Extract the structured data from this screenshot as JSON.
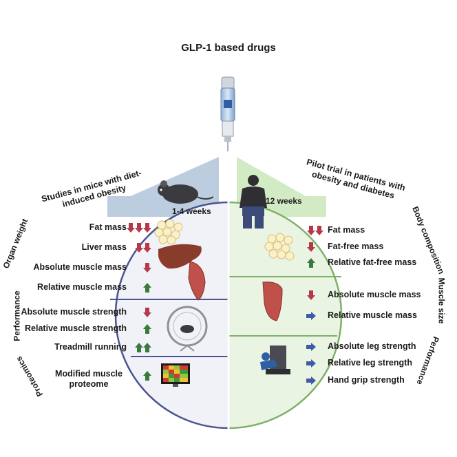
{
  "title": "GLP-1 based drugs",
  "left": {
    "heading": "Studies in mice with diet-induced obesity",
    "duration": "1-4 weeks",
    "sections": [
      {
        "name": "Organ weight",
        "rows": [
          {
            "label": "Fat mass",
            "arrows": [
              "down",
              "down",
              "down"
            ]
          },
          {
            "label": "Liver mass",
            "arrows": [
              "down",
              "down"
            ]
          },
          {
            "label": "Absolute muscle mass",
            "arrows": [
              "down"
            ]
          },
          {
            "label": "Relative muscle mass",
            "arrows": [
              "up"
            ]
          }
        ]
      },
      {
        "name": "Performance",
        "rows": [
          {
            "label": "Absolute muscle strength",
            "arrows": [
              "down"
            ]
          },
          {
            "label": "Relative muscle strength",
            "arrows": [
              "up"
            ]
          },
          {
            "label": "Treadmill running",
            "arrows": [
              "up",
              "up"
            ]
          }
        ]
      },
      {
        "name": "Proteomics",
        "rows": [
          {
            "label": "Modified muscle proteome",
            "arrows": [
              "up"
            ]
          }
        ]
      }
    ]
  },
  "right": {
    "heading": "Pilot trial in patients with obesity and diabetes",
    "duration": "12 weeks",
    "sections": [
      {
        "name": "Body composition",
        "rows": [
          {
            "label": "Fat mass",
            "arrows": [
              "down",
              "down"
            ]
          },
          {
            "label": "Fat-free mass",
            "arrows": [
              "down"
            ]
          },
          {
            "label": "Relative fat-free mass",
            "arrows": [
              "up"
            ]
          }
        ]
      },
      {
        "name": "Muscle size",
        "rows": [
          {
            "label": "Absolute muscle mass",
            "arrows": [
              "down"
            ]
          },
          {
            "label": "Relative muscle mass",
            "arrows": [
              "right"
            ]
          }
        ]
      },
      {
        "name": "Performance",
        "rows": [
          {
            "label": "Absolute leg strength",
            "arrows": [
              "right"
            ]
          },
          {
            "label": "Relative leg strength",
            "arrows": [
              "right"
            ]
          },
          {
            "label": "Hand grip strength",
            "arrows": [
              "right"
            ]
          }
        ]
      }
    ]
  },
  "colors": {
    "left_panel_bg": "#f1f1f8",
    "left_border": "#4a5590",
    "left_wedge": "#bccde0",
    "right_panel_bg": "#eaf4e2",
    "right_border": "#7fb069",
    "right_wedge": "#d3ebc4",
    "arrow_down": "#b5394a",
    "arrow_up": "#3a7a3a",
    "arrow_right": "#3f5aa6"
  },
  "icons": [
    "syringe-pen-icon",
    "mouse-icon",
    "person-icon",
    "fat-cells-icon",
    "liver-icon",
    "muscle-icon",
    "running-wheel-icon",
    "heatmap-monitor-icon",
    "leg-press-icon"
  ]
}
